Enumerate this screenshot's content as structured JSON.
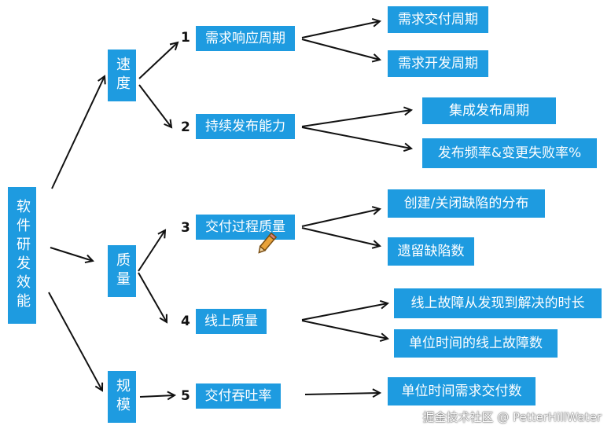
{
  "root": {
    "label": "软件研发效能"
  },
  "categories": [
    {
      "label": "速度"
    },
    {
      "label": "质量"
    },
    {
      "label": "规模"
    }
  ],
  "metrics": [
    {
      "number": "1",
      "label": "需求响应周期"
    },
    {
      "number": "2",
      "label": "持续发布能力"
    },
    {
      "number": "3",
      "label": "交付过程质量"
    },
    {
      "number": "4",
      "label": "线上质量"
    },
    {
      "number": "5",
      "label": "交付吞吐率"
    }
  ],
  "details": [
    {
      "label": "需求交付周期"
    },
    {
      "label": "需求开发周期"
    },
    {
      "label": "集成发布周期"
    },
    {
      "label": "发布频率&变更失败率%"
    },
    {
      "label": "创建/关闭缺陷的分布"
    },
    {
      "label": "遗留缺陷数"
    },
    {
      "label": "线上故障从发现到解决的时长"
    },
    {
      "label": "单位时间的线上故障数"
    },
    {
      "label": "单位时间需求交付数"
    }
  ],
  "watermark": "掘金技术社区 @ PetterHillWater",
  "colors": {
    "box": "#1e9be0",
    "text": "#ffffff",
    "arrow": "#111111"
  },
  "icons": [
    "pencil-icon"
  ]
}
